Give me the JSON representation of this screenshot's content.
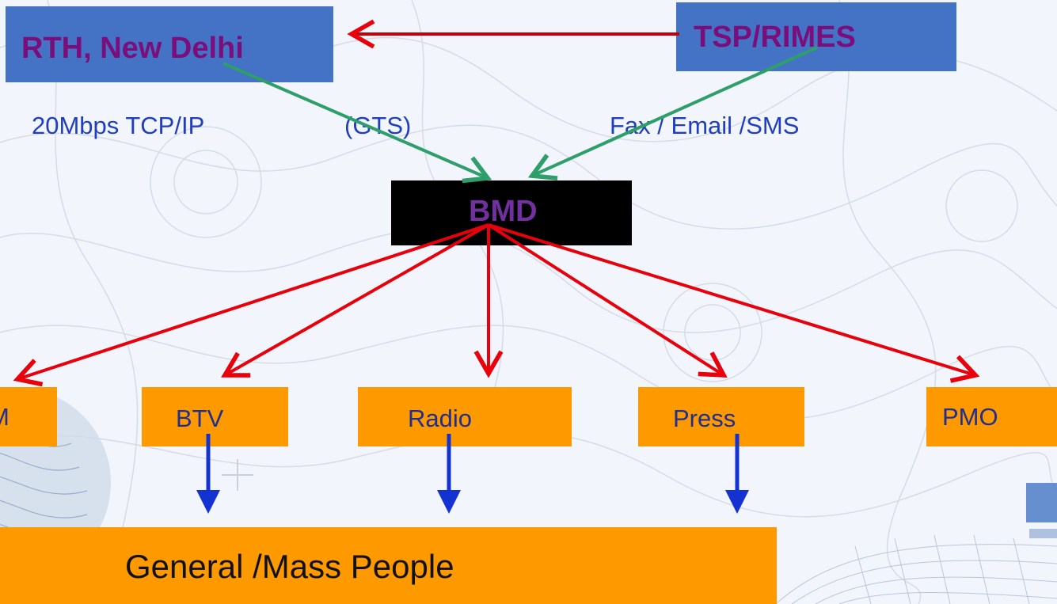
{
  "nodes": {
    "rth": {
      "label": "RTH, New Delhi"
    },
    "tsp": {
      "label": "TSP/RIMES"
    },
    "bmd": {
      "label": "BMD"
    },
    "nearly_hidden": {
      "label": "M"
    },
    "btv": {
      "label": "BTV"
    },
    "radio": {
      "label": "Radio"
    },
    "press": {
      "label": "Press"
    },
    "pmo": {
      "label": "PMO"
    },
    "mass": {
      "label": "General /Mass People"
    }
  },
  "links": {
    "rth_speed": "20Mbps TCP/IP",
    "gts": "(GTS)",
    "tsp_channels": "Fax / Email /SMS"
  },
  "colors": {
    "blue_box": "#4472c4",
    "orange_box": "#ff9900",
    "bmd_box": "#000000",
    "red_arrow": "#e8000b",
    "green_arrow": "#2e9e6a",
    "blue_arrow": "#1432d2",
    "purple_text": "#7b0e7b",
    "bmd_text": "#7030a0"
  }
}
